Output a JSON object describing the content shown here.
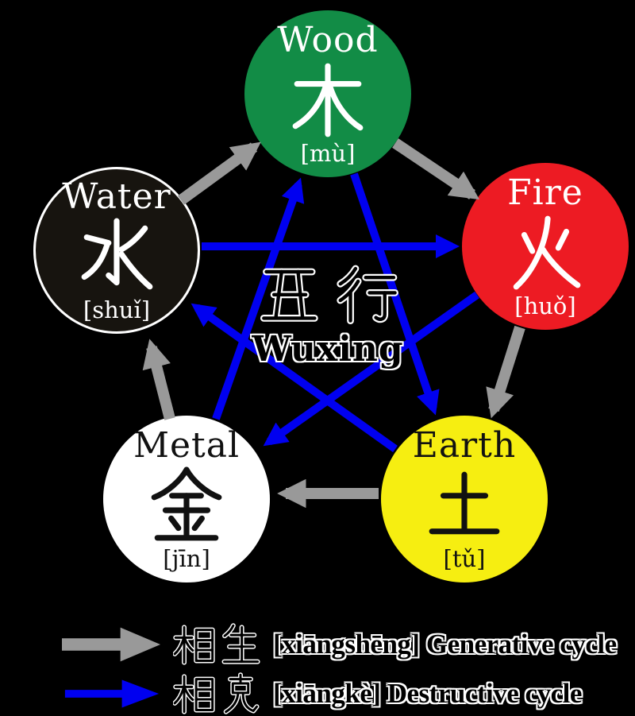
{
  "background": "#000000",
  "center": {
    "hanzi": "五行",
    "romanized": "Wuxing"
  },
  "elements": [
    {
      "name": "Wood",
      "hanzi": "木",
      "pinyin": "[mù]",
      "color": "#128c46",
      "text_color": "#ffffff"
    },
    {
      "name": "Fire",
      "hanzi": "火",
      "pinyin": "[huǒ]",
      "color": "#ed1b23",
      "text_color": "#ffffff"
    },
    {
      "name": "Earth",
      "hanzi": "土",
      "pinyin": "[tǔ]",
      "color": "#f6ee11",
      "text_color": "#111111"
    },
    {
      "name": "Metal",
      "hanzi": "金",
      "pinyin": "[jīn]",
      "color": "#ffffff",
      "text_color": "#111111"
    },
    {
      "name": "Water",
      "hanzi": "水",
      "pinyin": "[shuǐ]",
      "color": "#17140f",
      "text_color": "#ffffff",
      "outline": "#ffffff"
    }
  ],
  "cycles": {
    "generative": {
      "hanzi": "相生",
      "pinyin": "[xiāngshēng]",
      "label": "Generative cycle",
      "color": "#999999",
      "sequence": [
        "Water → Wood",
        "Wood → Fire",
        "Fire → Earth",
        "Earth → Metal",
        "Metal → Water"
      ]
    },
    "destructive": {
      "hanzi": "相克",
      "pinyin": "[xiāngkè]",
      "label": "Destructive cycle",
      "color": "#0000f0",
      "sequence": [
        "Water → Fire",
        "Wood → Earth",
        "Fire → Metal",
        "Earth → Water",
        "Metal → Wood"
      ]
    }
  }
}
